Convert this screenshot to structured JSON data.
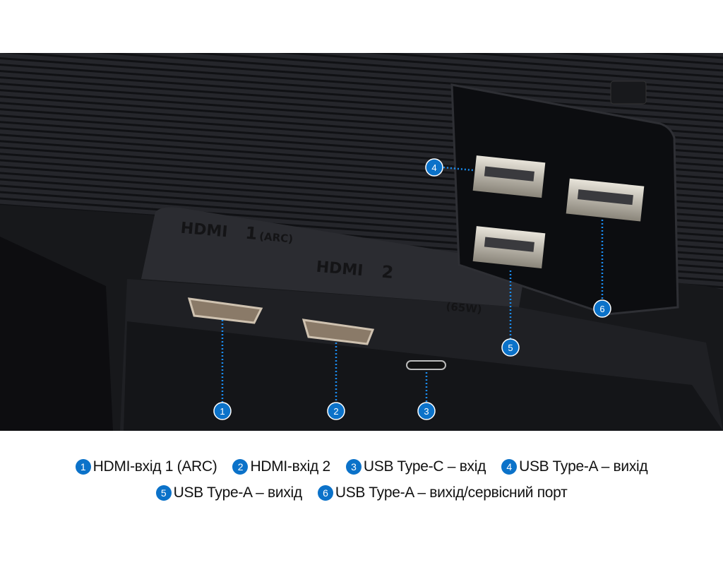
{
  "photo": {
    "printed_labels": {
      "hdmi1": "HDMI",
      "hdmi1_num": "1",
      "hdmi1_arc": "(ARC)",
      "hdmi2": "HDMI",
      "hdmi2_num": "2",
      "usbc_power": "(65W)"
    },
    "callouts": [
      "1",
      "2",
      "3",
      "4",
      "5",
      "6"
    ]
  },
  "legend": [
    {
      "num": "1",
      "label": "HDMI-вхід 1 (ARC)"
    },
    {
      "num": "2",
      "label": "HDMI-вхід 2"
    },
    {
      "num": "3",
      "label": "USB Type-C – вхід"
    },
    {
      "num": "4",
      "label": "USB Type-A – вихід"
    },
    {
      "num": "5",
      "label": "USB Type-A – вихід"
    },
    {
      "num": "6",
      "label": "USB Type-A – вихід/сервісний порт"
    }
  ],
  "colors": {
    "badge": "#0b72c9",
    "panel": "#1c1d21"
  }
}
